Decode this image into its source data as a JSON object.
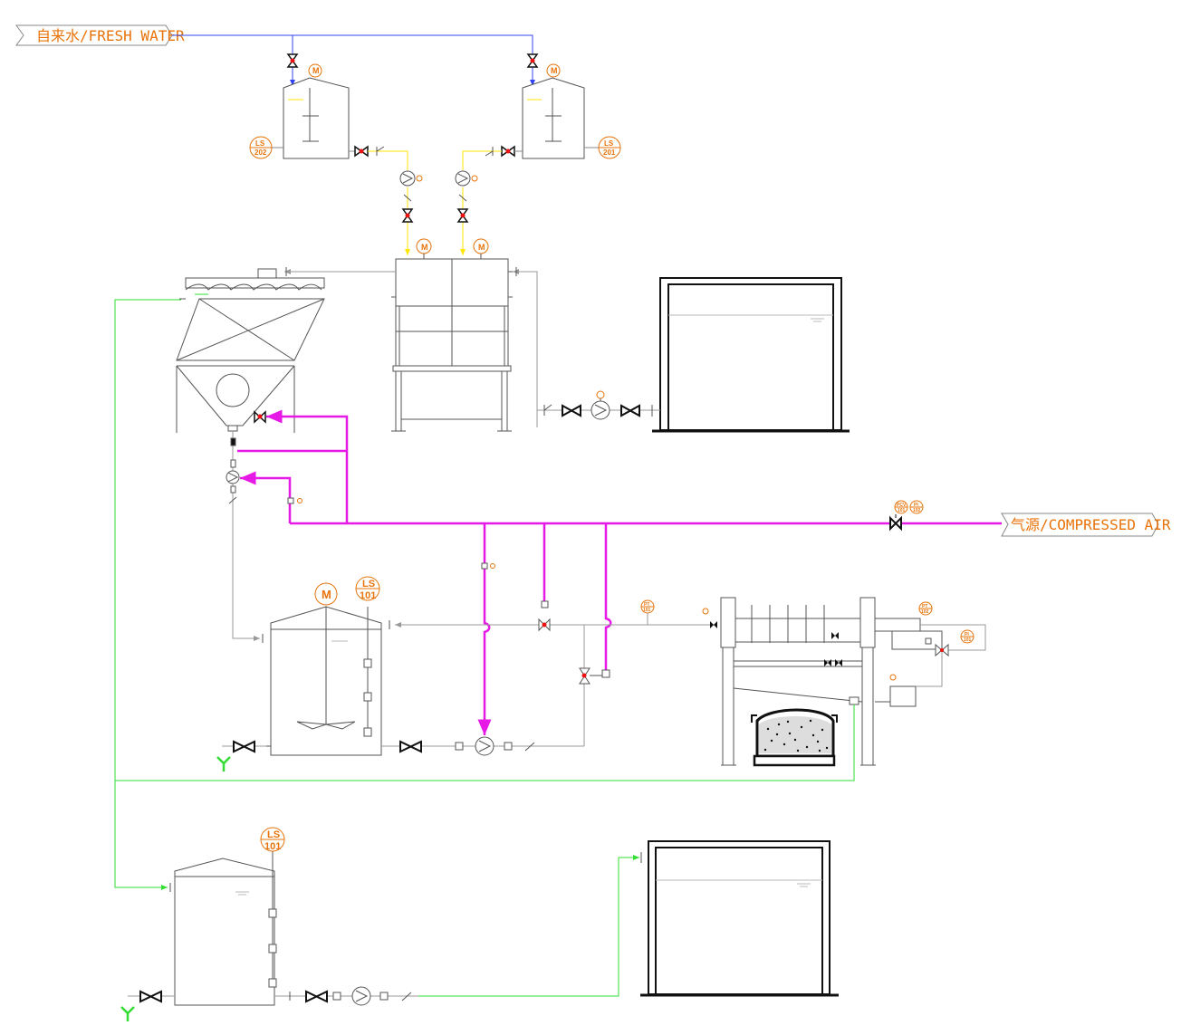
{
  "labels": {
    "fresh_water": "自来水/FRESH WATER",
    "compressed_air": "气源/COMPRESSED AIR"
  },
  "instruments": {
    "ls202_a": "LS",
    "ls202_b": "202",
    "ls201_a": "LS",
    "ls201_b": "201",
    "ls101_mid_a": "LS",
    "ls101_mid_b": "101",
    "ls101_bot_a": "LS",
    "ls101_bot_b": "101",
    "pcv_a": "PCV",
    "pcv_b": "101",
    "pi_air_a": "PI",
    "pi_air_b": "102",
    "pt101_a": "PT",
    "pt101_b": "101",
    "pt102_a": "PT",
    "pt102_b": "102",
    "pi101_a": "PI",
    "pi101_b": "101",
    "motor": "M",
    "small_motor": "M"
  },
  "colors": {
    "air_line": "#e619e6",
    "water_line": "#3344ee",
    "dosing_line": "#ffe600",
    "return_line": "#33dd33",
    "process_line": "#9a9a9a",
    "equipment": "#555555",
    "instrument": "#e8730a",
    "valve_red": "#ee1111"
  }
}
